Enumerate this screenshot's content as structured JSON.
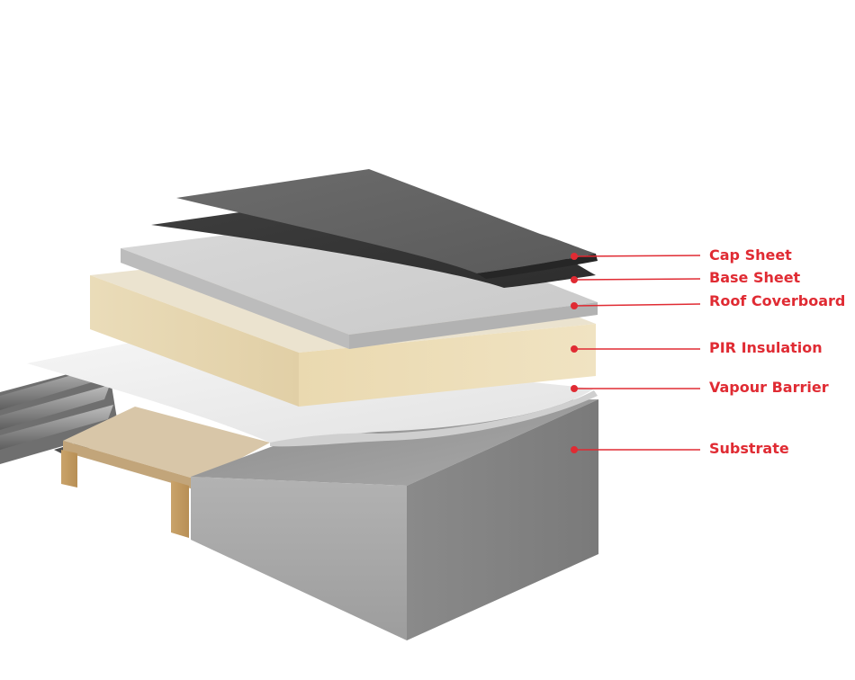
{
  "accent_color": "#e02b33",
  "layers": [
    {
      "key": "cap",
      "label": "Cap Sheet"
    },
    {
      "key": "base",
      "label": "Base Sheet"
    },
    {
      "key": "cover",
      "label": "Roof Coverboard"
    },
    {
      "key": "pir",
      "label": "PIR Insulation"
    },
    {
      "key": "vapour",
      "label": "Vapour Barrier"
    },
    {
      "key": "sub",
      "label": "Substrate"
    }
  ]
}
